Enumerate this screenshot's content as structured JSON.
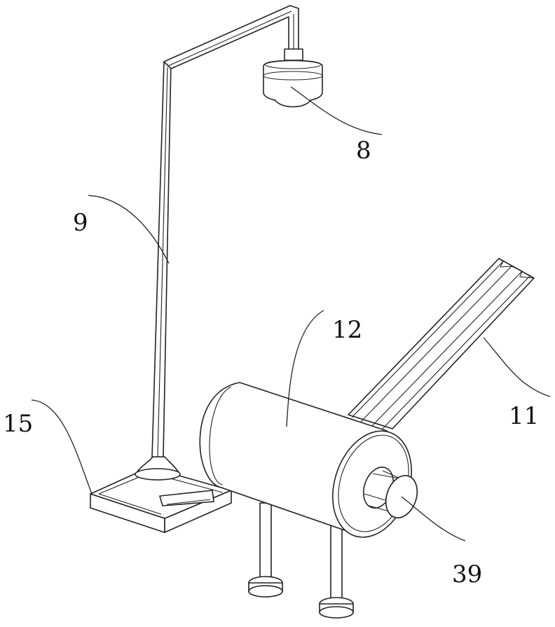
{
  "figure": {
    "callouts": {
      "lamp": "8",
      "pole": "9",
      "chute": "11",
      "drum": "12",
      "tray": "15",
      "end_cap": "39"
    }
  },
  "colors": {
    "line": "#222222",
    "background": "#ffffff"
  }
}
